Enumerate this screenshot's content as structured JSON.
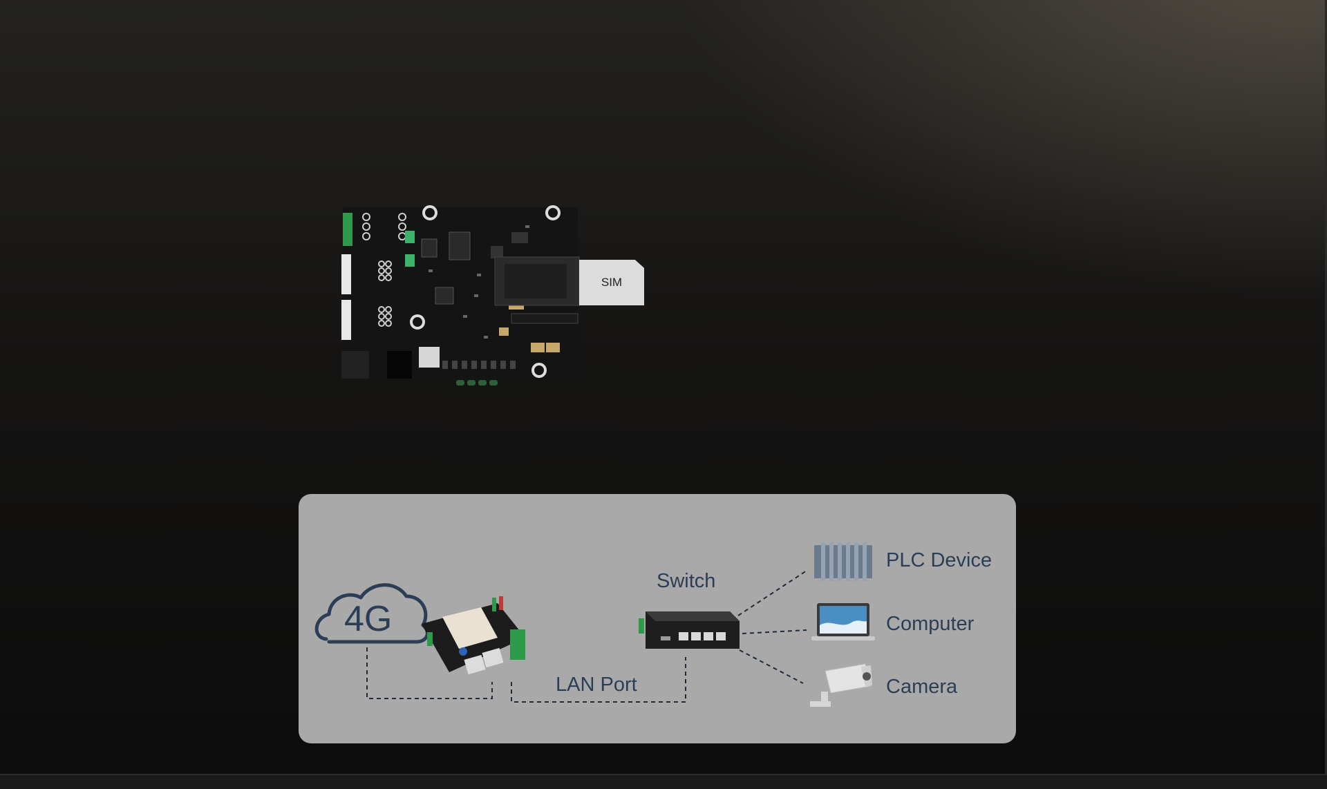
{
  "product": {
    "sim_label": "SIM"
  },
  "diagram": {
    "cloud_label": "4G",
    "switch_label": "Switch",
    "lan_port_label": "LAN Port",
    "devices": [
      {
        "label": "PLC Device",
        "icon": "plc-device-icon"
      },
      {
        "label": "Computer",
        "icon": "laptop-icon"
      },
      {
        "label": "Camera",
        "icon": "camera-icon"
      }
    ]
  },
  "colors": {
    "panel_bg": "#a9a9a9",
    "text_accent": "#2c3e55",
    "board_pcb": "#141414",
    "terminal_green": "#2e9a4a"
  }
}
